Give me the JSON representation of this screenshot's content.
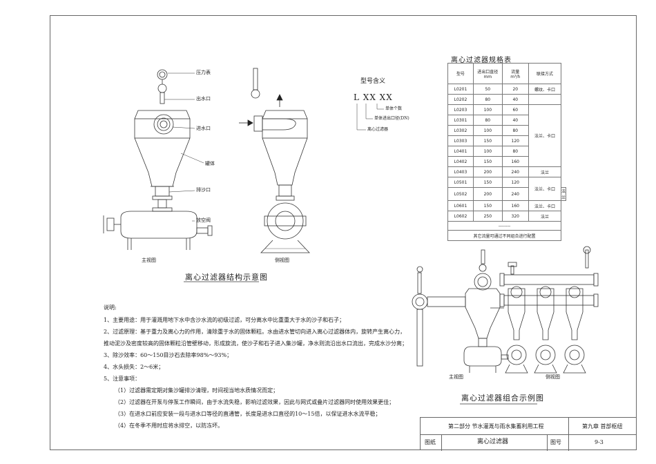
{
  "labels": {
    "pressure_gauge": "压力表",
    "outlet": "出水口",
    "inlet": "进水口",
    "tank": "罐体",
    "sand_outlet": "排沙口",
    "drain_valve": "放空阀",
    "front_view": "主视图",
    "side_view": "侧视图",
    "front_view_2": "主视图",
    "side_view_2": "侧视图"
  },
  "titles": {
    "structure": "离心过滤器结构示意图",
    "combination": "离心过滤器组合示例图",
    "spec_table": "离心过滤器规格表"
  },
  "model": {
    "title": "型号含义",
    "code": "L XX XX",
    "items": [
      "单体个数",
      "单体进出口径(DN)",
      "离心过滤器"
    ]
  },
  "notes": {
    "heading": "说明:",
    "lines": [
      "1、主要用途：用于灌溉用地下水中含沙水流的初级过滤，可分离水中比重重大于水的沙子和石子；",
      "2、过滤原理：基于重力及离心力的作用，清除重于水的固体颗粒。水由进水管切向进入离心过滤器体内，旋转产生离心力，",
      "推动泥沙及密度较高的固体颗粒沿管壁移动，形成旋流，使沙子和石子进入集沙罐，净水则流沿出水口流出，完成水沙分离；",
      "3、除沙效率：60～150目沙石去除率98%～93%；",
      "4、水头损失：2～6米；",
      "5、注意事项：",
      "（1）过滤器需定期对集沙罐排沙清理，时间视当地水质情况而定；",
      "（2）过滤器在开泵与停泵工作瞬间，由于水流失稳，影响过滤效果，因此与网式或叠片过滤器同时使用效果更佳；",
      "（3）在进水口前应安装一段与进水口等径的直通管，长度是进水口直径的10～15倍，以保证进水水流平稳；",
      "（4）在冬季不用时应将水排空，以防冻坏。"
    ]
  },
  "spec_table": {
    "headers": [
      "型号",
      "进出口直径",
      "mm",
      "流量",
      "m³/h",
      "联接方式"
    ],
    "rows": [
      [
        "L0201",
        "50",
        "20"
      ],
      [
        "L0202",
        "80",
        "40"
      ],
      [
        "L0203",
        "100",
        "60"
      ],
      [
        "L0301",
        "80",
        "40"
      ],
      [
        "L0302",
        "100",
        "80"
      ],
      [
        "L0303",
        "150",
        "120"
      ],
      [
        "L0401",
        "100",
        "80"
      ],
      [
        "L0402",
        "150",
        "160"
      ],
      [
        "L0403",
        "200",
        "240"
      ],
      [
        "L0501",
        "150",
        "120"
      ],
      [
        "L0502",
        "200",
        "240"
      ],
      [
        "L0601",
        "150",
        "160"
      ],
      [
        "L0602",
        "250",
        "320"
      ]
    ],
    "connections": [
      "螺纹、卡口",
      "法兰、卡口",
      "法兰",
      "法兰、卡口",
      "法兰",
      "法兰、卡口",
      "法兰"
    ],
    "dots": "--------",
    "footer": "其它流量可通过不同组合进行配置"
  },
  "title_block": {
    "part": "第二部分  节水灌溉与雨水集蓄利用工程",
    "chapter": "第九章  首部枢纽",
    "drawing_label": "图纸",
    "drawing_name": "离心过滤器",
    "number_label": "图号",
    "number": "9-3"
  }
}
